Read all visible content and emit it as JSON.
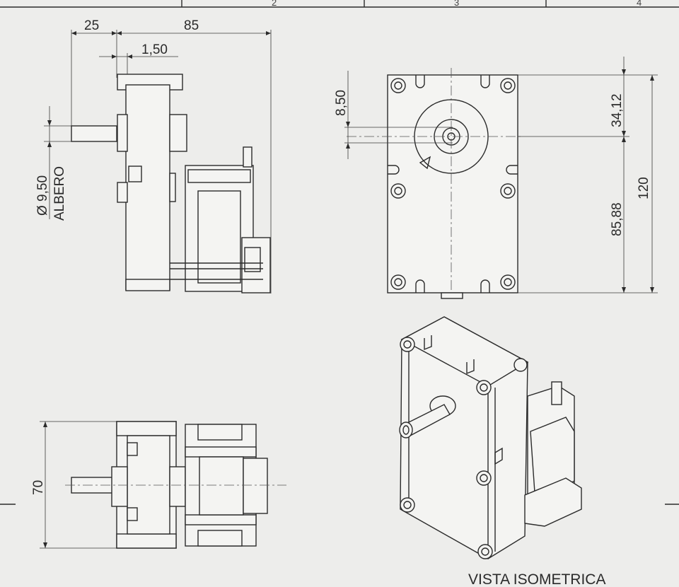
{
  "frame": {
    "zone_numbers": [
      "2",
      "3",
      "4"
    ]
  },
  "dimensions": {
    "shaft_length": "25",
    "overall_depth": "85",
    "flange_offset": "1,50",
    "shaft_diameter": "Ø 9,50",
    "shaft_label": "ALBERO",
    "shaft_offset": "8,50",
    "top_to_shaft": "34,12",
    "shaft_to_bottom": "85,88",
    "overall_height": "120",
    "overall_width": "70"
  },
  "captions": {
    "isometric": "VISTA ISOMETRICA"
  }
}
